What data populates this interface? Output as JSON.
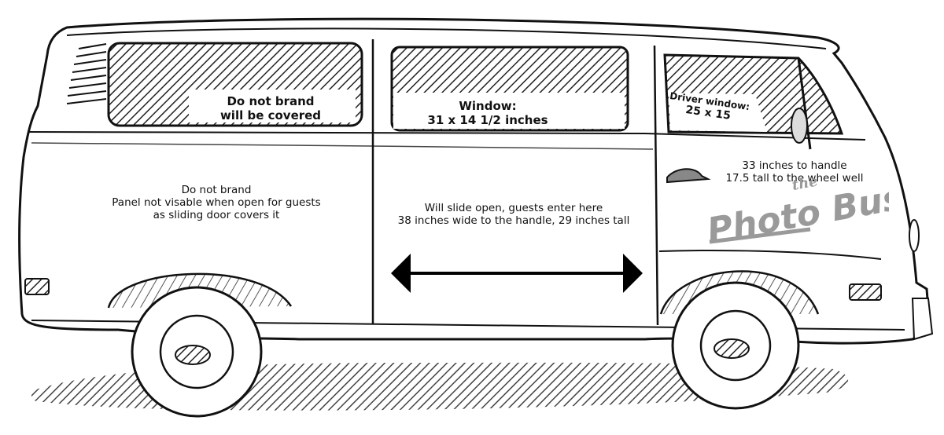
{
  "labels": {
    "rear_window": {
      "line1": "Do not brand",
      "line2": "will be covered"
    },
    "middle_window": {
      "line1": "Window:",
      "line2": "31 x 14 1/2 inches"
    },
    "driver_window": {
      "line1": "Driver window:",
      "line2": "25 x 15"
    },
    "rear_panel": {
      "line1": "Do not brand",
      "line2": "Panel not visable when open for guests",
      "line3": "as sliding door covers it"
    },
    "sliding_door": {
      "line1": "Will slide open, guests enter here",
      "line2": "38 inches wide to the handle, 29 inches tall"
    },
    "front_door": {
      "line1": "33 inches to handle",
      "line2": "17.5 tall to the wheel well"
    }
  },
  "logo": {
    "small_text": "the",
    "main_text": "Photo Bus",
    "color": "#9a9a9a"
  },
  "colors": {
    "ink": "#111111",
    "background": "#ffffff",
    "shadow": "#333333"
  },
  "icons": {
    "arrow": "double-headed-arrow",
    "logo": "photo-bus-logo"
  }
}
